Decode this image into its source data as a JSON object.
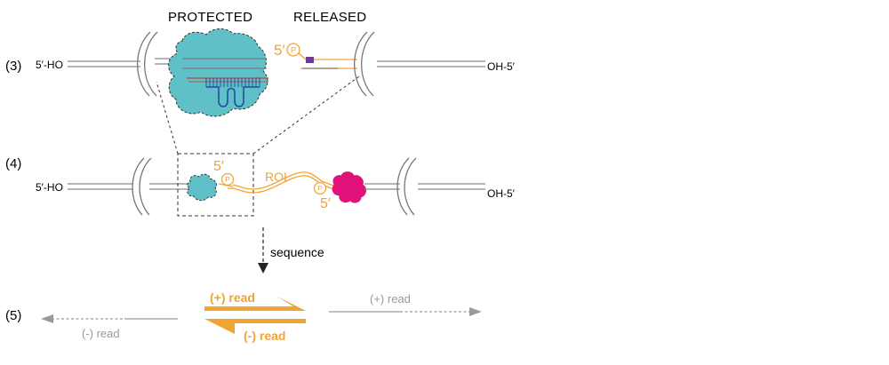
{
  "headers": {
    "protected": "PROTECTED",
    "released": "RELEASED"
  },
  "steps": {
    "s3": "(3)",
    "s4": "(4)",
    "s5": "(5)"
  },
  "ends": {
    "r3_left": "5′-HO",
    "r3_right": "OH-5′",
    "r4_left": "5′-HO",
    "r4_right": "OH-5′"
  },
  "labels": {
    "r3_five_prime": "5′",
    "r4_five_prime_left": "5′",
    "r4_five_prime_right": "5′",
    "roi": "ROI",
    "phosphate": "P",
    "sequence": "sequence"
  },
  "reads": {
    "plus_bold": "(+) read",
    "minus_bold": "(-) read",
    "plus_grey": "(+) read",
    "minus_grey": "(-) read"
  },
  "colors": {
    "protein": "#5fc0c8",
    "magenta": "#e0127a",
    "orange": "#f0a432",
    "purple": "#6a3c96",
    "navy": "#2a4aa0",
    "red": "#d23a2a",
    "grey": "#9a9a9a"
  }
}
